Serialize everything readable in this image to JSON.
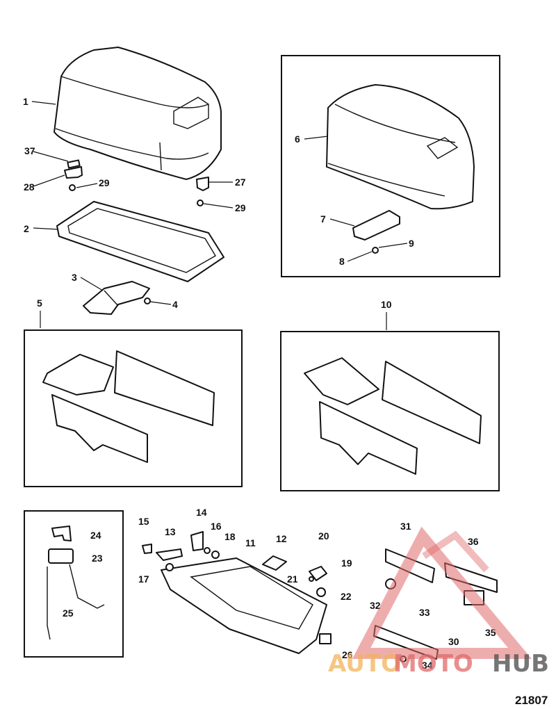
{
  "figure_number": "21807",
  "watermark": {
    "part1": "AUTO",
    "part2": "MOTO",
    "part3": "HUB"
  },
  "callouts": [
    "1",
    "2",
    "3",
    "4",
    "5",
    "6",
    "7",
    "8",
    "9",
    "10",
    "11",
    "12",
    "13",
    "14",
    "15",
    "16",
    "17",
    "18",
    "19",
    "20",
    "21",
    "22",
    "23",
    "24",
    "25",
    "26",
    "27",
    "28",
    "29",
    "29",
    "30",
    "31",
    "32",
    "33",
    "34",
    "35",
    "36",
    "37"
  ]
}
